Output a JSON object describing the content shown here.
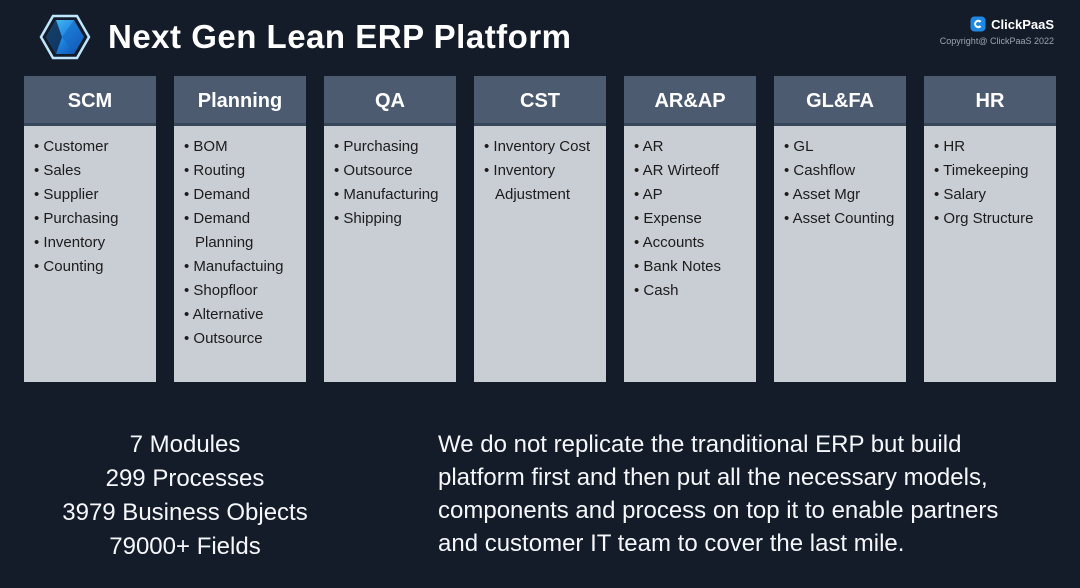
{
  "header": {
    "title": "Next Gen Lean ERP Platform",
    "brand": "ClickPaaS",
    "copyright": "Copyright@ ClickPaaS 2022"
  },
  "modules": [
    {
      "name": "SCM",
      "items": [
        "Customer",
        "Sales",
        "Supplier",
        "Purchasing",
        "Inventory",
        "Counting"
      ]
    },
    {
      "name": "Planning",
      "items": [
        "BOM",
        "Routing",
        "Demand",
        "Demand Planning",
        "Manufactuing",
        "Shopfloor",
        "Alternative",
        "Outsource"
      ]
    },
    {
      "name": "QA",
      "items": [
        "Purchasing",
        "Outsource",
        "Manufacturing",
        "Shipping"
      ]
    },
    {
      "name": "CST",
      "items": [
        "Inventory Cost",
        "Inventory Adjustment"
      ]
    },
    {
      "name": "AR&AP",
      "items": [
        "AR",
        "AR Wirteoff",
        "AP",
        "Expense",
        "Accounts",
        "Bank Notes",
        "Cash"
      ]
    },
    {
      "name": "GL&FA",
      "items": [
        "GL",
        "Cashflow",
        "Asset Mgr",
        "Asset Counting"
      ]
    },
    {
      "name": "HR",
      "items": [
        "HR",
        "Timekeeping",
        "Salary",
        "Org Structure"
      ]
    }
  ],
  "stats": [
    "7 Modules",
    "299 Processes",
    "3979 Business Objects",
    "79000+ Fields"
  ],
  "description": "We do not replicate the tranditional ERP but build platform first and then put all the necessary models, components and process on top it to enable partners and customer IT team to cover the last mile.",
  "colors": {
    "background": "#141c29",
    "module_header": "#4d5b70",
    "module_body": "#c9cdd4",
    "accent_blue": "#1e88e5"
  }
}
